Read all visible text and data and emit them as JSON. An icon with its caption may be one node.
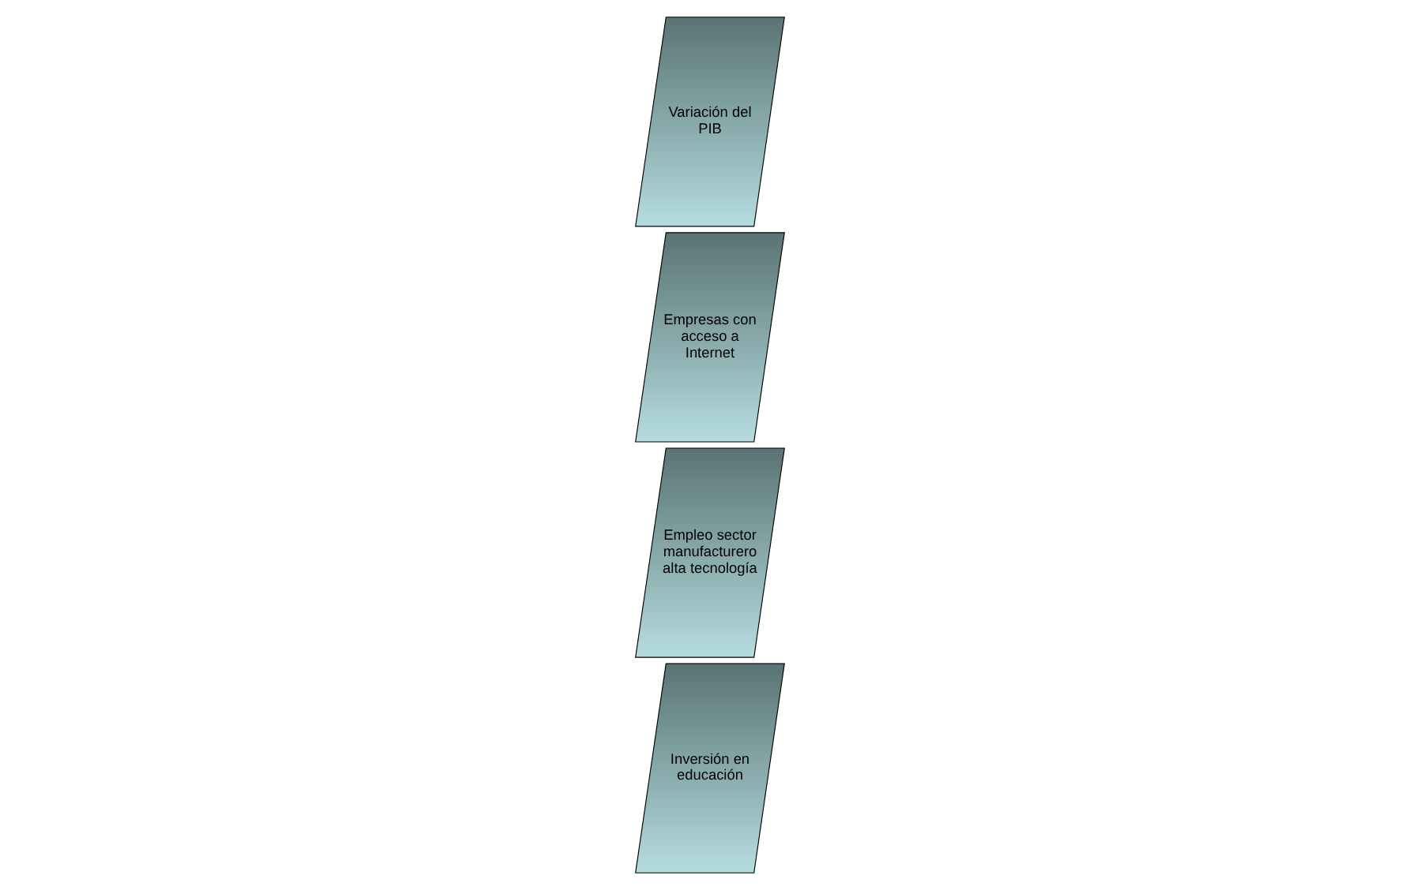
{
  "diagram": {
    "nodes": [
      {
        "text": [
          "Inversión en educación"
        ]
      },
      {
        "text": [
          "Empleo sector manufacturero alta tecnología"
        ]
      },
      {
        "text": [
          "Empresas con acceso a Internet"
        ]
      },
      {
        "text": [
          "Variación del PIB"
        ]
      }
    ]
  }
}
